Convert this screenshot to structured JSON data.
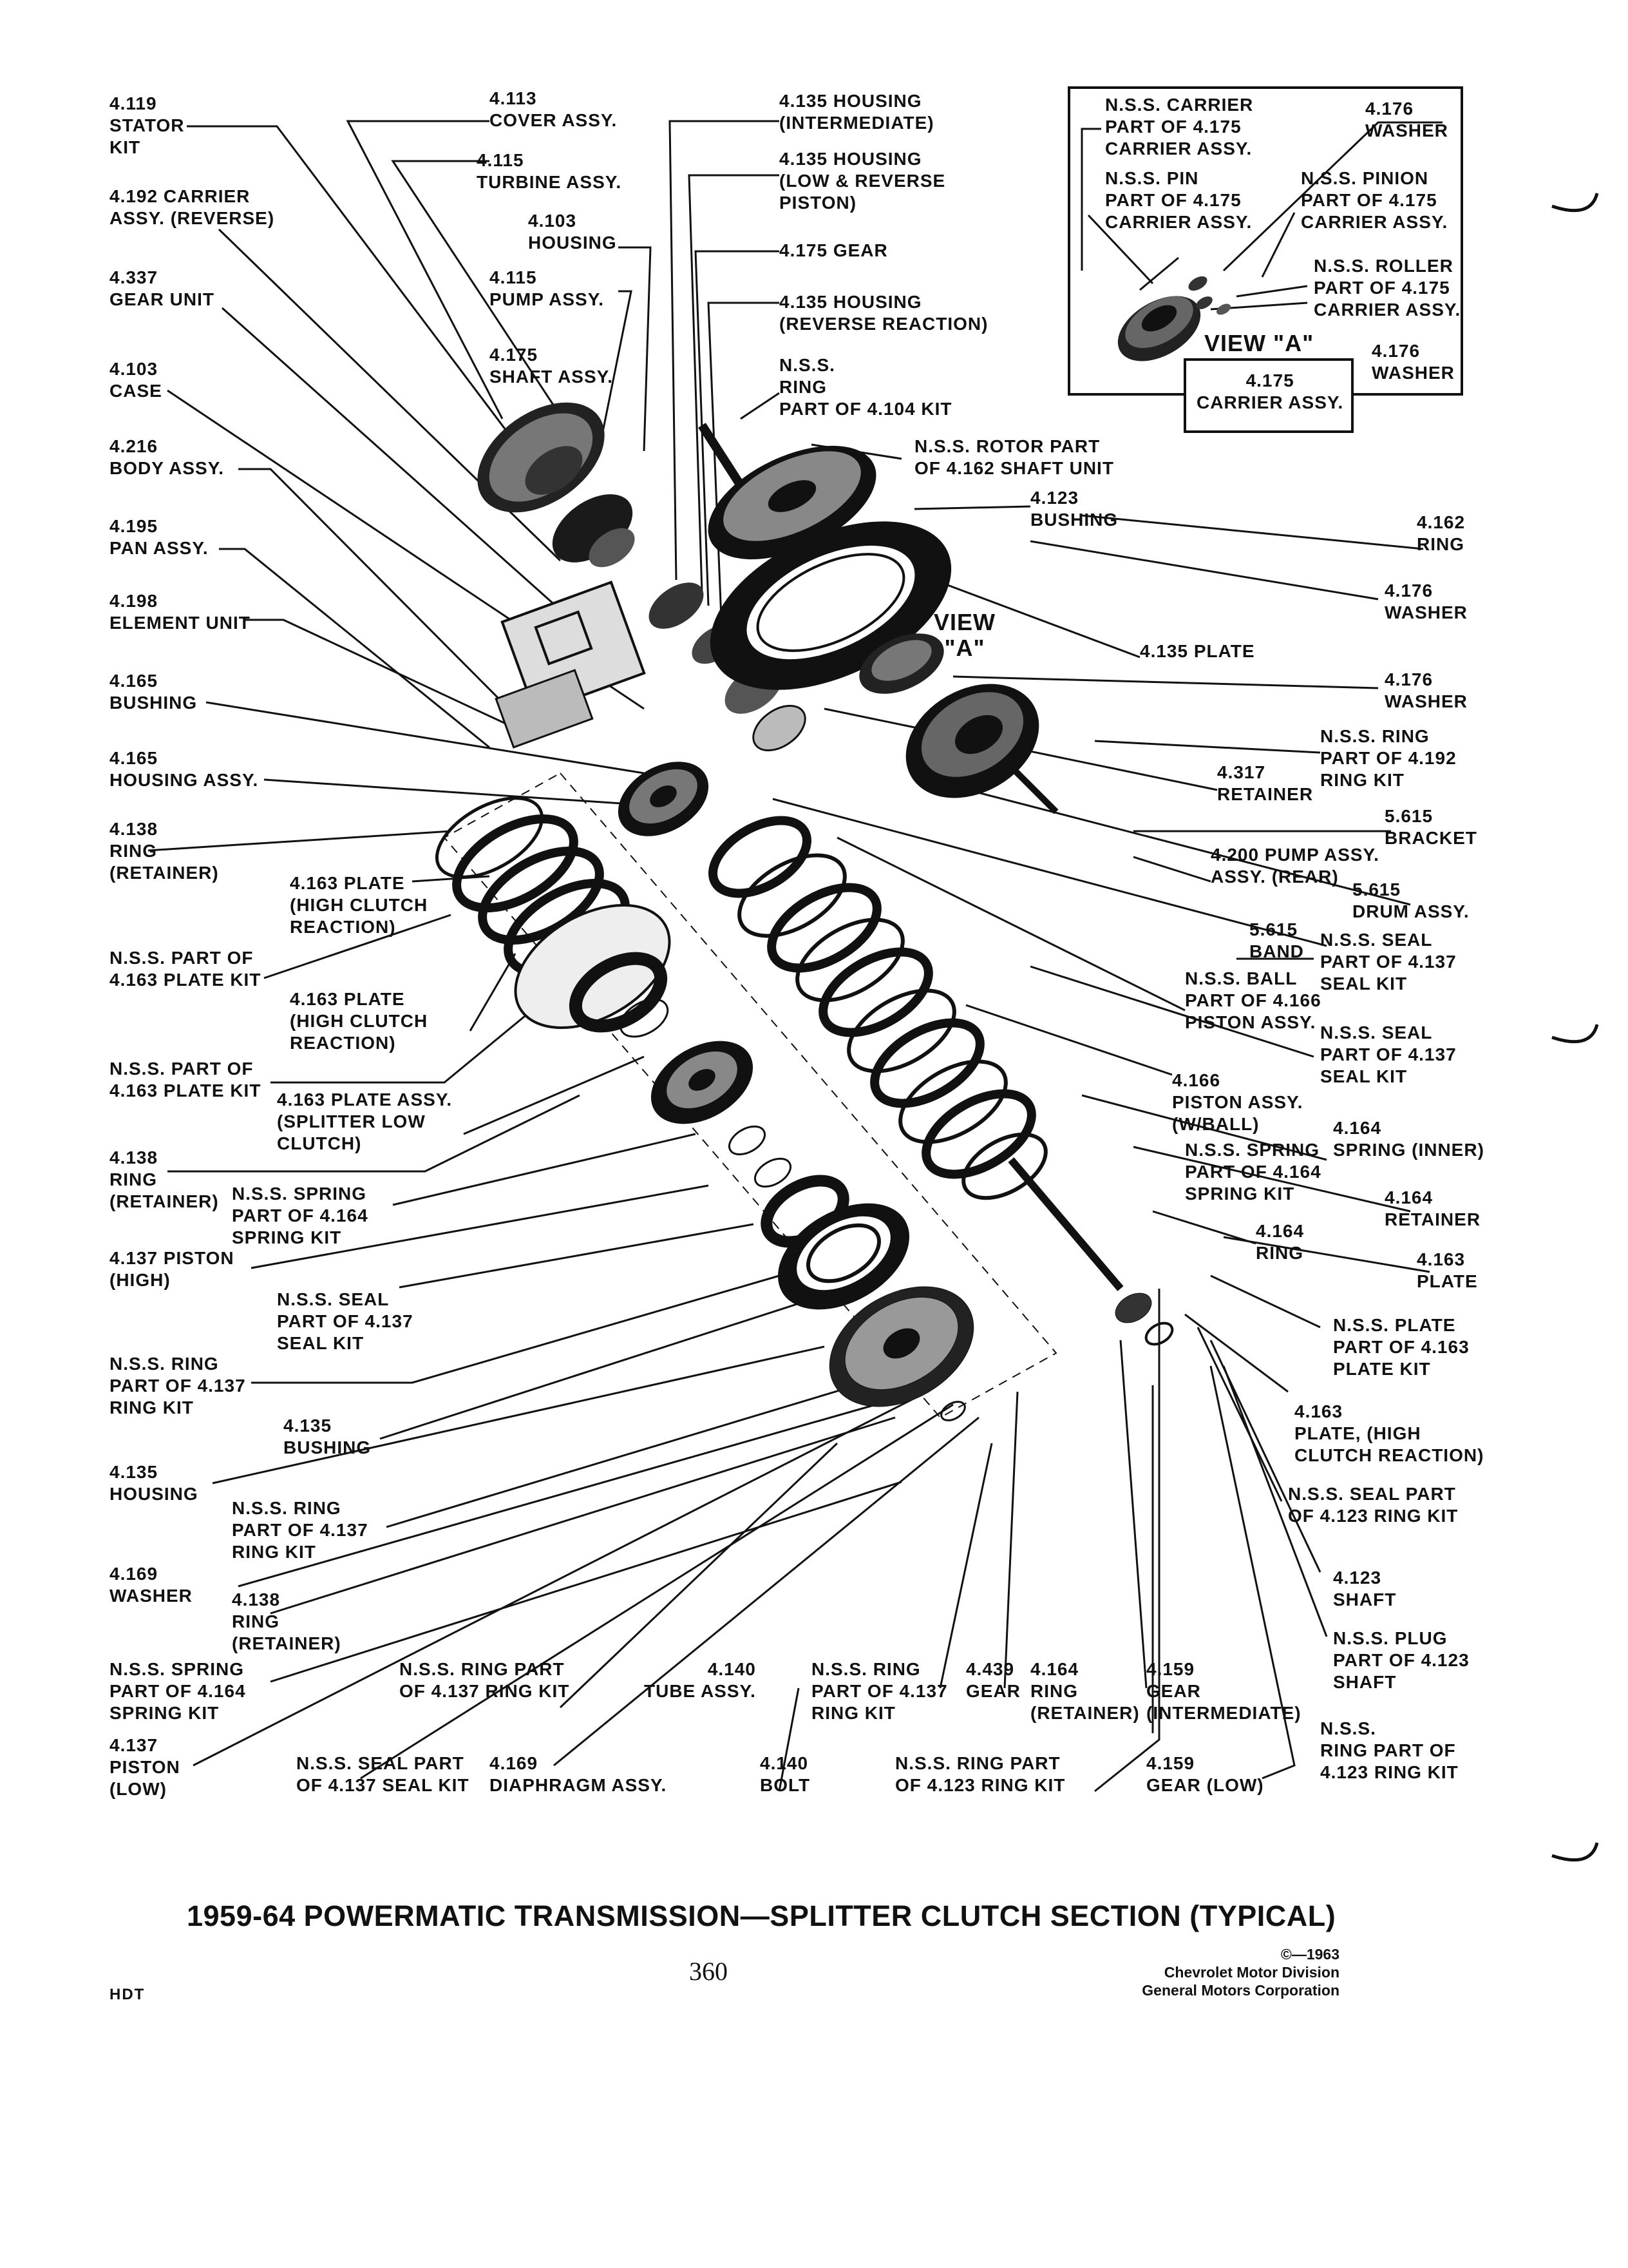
{
  "title": "1959-64 POWERMATIC TRANSMISSION—SPLITTER CLUTCH SECTION (TYPICAL)",
  "page_number": "360",
  "copyright": [
    "©—1963",
    "Chevrolet Motor Division",
    "General Motors Corporation"
  ],
  "footer_code": "HDT",
  "inset": {
    "view_label": "VIEW \"A\"",
    "carrier_box": "4.175\nCARRIER ASSY."
  },
  "view_a_callout": "VIEW\n\"A\"",
  "labels": [
    "4.119\nSTATOR\nKIT",
    "4.192 CARRIER\nASSY. (REVERSE)",
    "4.337\nGEAR UNIT",
    "4.103\nCASE",
    "4.216\nBODY ASSY.",
    "4.195\nPAN ASSY.",
    "4.198\nELEMENT UNIT",
    "4.165\nBUSHING",
    "4.165\nHOUSING ASSY.",
    "4.138\nRING\n(RETAINER)",
    "4.163 PLATE\n(HIGH CLUTCH\nREACTION)",
    "N.S.S. PART OF\n4.163 PLATE KIT",
    "4.163 PLATE\n(HIGH CLUTCH\nREACTION)",
    "N.S.S. PART OF\n4.163 PLATE KIT",
    "4.163 PLATE ASSY.\n(SPLITTER LOW\nCLUTCH)",
    "4.138\nRING\n(RETAINER)",
    "N.S.S. SPRING\nPART OF 4.164\nSPRING KIT",
    "4.137 PISTON\n(HIGH)",
    "N.S.S. SEAL\nPART OF 4.137\nSEAL KIT",
    "N.S.S. RING\nPART OF 4.137\nRING KIT",
    "4.135\nBUSHING",
    "4.135\nHOUSING",
    "N.S.S. RING\nPART OF 4.137\nRING KIT",
    "4.169\nWASHER",
    "4.138\nRING\n(RETAINER)",
    "N.S.S. SPRING\nPART OF 4.164\nSPRING KIT",
    "4.137\nPISTON\n(LOW)",
    "N.S.S. RING PART\nOF 4.137 RING KIT",
    "N.S.S. SEAL PART\nOF 4.137 SEAL KIT",
    "4.169\nDIAPHRAGM ASSY.",
    "4.140\nTUBE ASSY.",
    "4.140\nBOLT",
    "N.S.S. RING\nPART OF 4.137\nRING KIT",
    "4.439\nGEAR",
    "4.164\nRING\n(RETAINER)",
    "N.S.S. RING PART\nOF 4.123 RING KIT",
    "4.159\nGEAR\n(INTERMEDIATE)",
    "4.159\nGEAR (LOW)",
    "N.S.S.\nRING PART OF\n4.123 RING KIT",
    "4.113\nCOVER ASSY.",
    "4.115\nTURBINE ASSY.",
    "4.103\nHOUSING",
    "4.115\nPUMP ASSY.",
    "4.175\nSHAFT ASSY.",
    "4.135 HOUSING\n(INTERMEDIATE)",
    "4.135 HOUSING\n(LOW & REVERSE\nPISTON)",
    "4.175 GEAR",
    "4.135 HOUSING\n(REVERSE REACTION)",
    "N.S.S.\nRING\nPART OF 4.104 KIT",
    "N.S.S. ROTOR PART\nOF 4.162 SHAFT UNIT",
    "4.123\nBUSHING",
    "4.162\nRING",
    "4.176\nWASHER",
    "4.135 PLATE",
    "4.176\nWASHER",
    "N.S.S. RING\nPART OF 4.192\nRING KIT",
    "4.317\nRETAINER",
    "5.615\nBRACKET",
    "4.200 PUMP ASSY.\nASSY. (REAR)",
    "5.615\nDRUM ASSY.",
    "5.615\nBAND",
    "N.S.S. SEAL\nPART OF 4.137\nSEAL KIT",
    "N.S.S. BALL\nPART OF 4.166\nPISTON ASSY.",
    "N.S.S. SEAL\nPART OF 4.137\nSEAL KIT",
    "4.166\nPISTON ASSY.\n(W/BALL)",
    "4.164\nSPRING (INNER)",
    "N.S.S. SPRING\nPART OF 4.164\nSPRING KIT",
    "4.164\nRETAINER",
    "4.164\nRING",
    "4.163\nPLATE",
    "N.S.S. PLATE\nPART OF 4.163\nPLATE KIT",
    "4.163\nPLATE, (HIGH\nCLUTCH REACTION)",
    "N.S.S. SEAL PART\nOF 4.123 RING KIT",
    "4.123\nSHAFT",
    "N.S.S. PLUG\nPART OF 4.123\nSHAFT",
    "N.S.S. CARRIER\nPART OF 4.175\nCARRIER ASSY.",
    "4.176\nWASHER",
    "N.S.S. PIN\nPART OF 4.175\nCARRIER ASSY.",
    "N.S.S. PINION\nPART OF 4.175\nCARRIER ASSY.",
    "N.S.S. ROLLER\nPART OF 4.175\nCARRIER ASSY.",
    "4.176\nWASHER"
  ]
}
